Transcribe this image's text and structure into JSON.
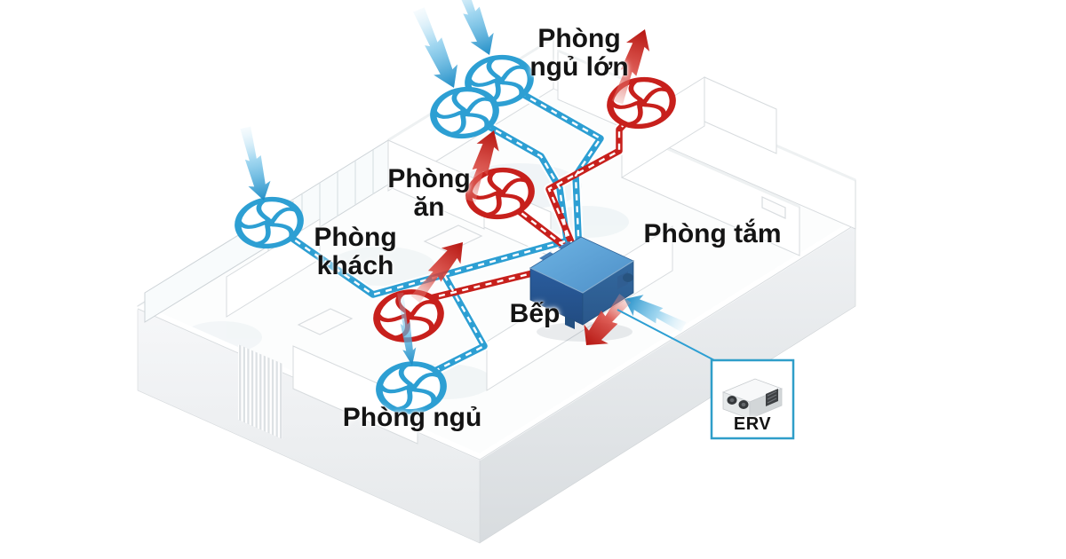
{
  "labels": {
    "master_bedroom": {
      "line1": "Phòng",
      "line2": "ngủ lớn"
    },
    "dining_room": {
      "line1": "Phòng",
      "line2": "ăn"
    },
    "living_room": {
      "line1": "Phòng",
      "line2": "khách"
    },
    "bathroom": {
      "text": "Phòng tắm"
    },
    "kitchen": {
      "text": "Bếp"
    },
    "bedroom": {
      "text": "Phòng ngủ"
    },
    "erv_callout": {
      "text": "ERV"
    }
  },
  "colors": {
    "supply_blue": "#2D9FD3",
    "exhaust_red": "#C7201C",
    "label_text": "#141414",
    "callout_border": "#2F9EC9",
    "erv_top": "#4E8FC7",
    "erv_front": "#2A5D9E",
    "erv_side": "#33699F",
    "wall_face": "#E6E9EB",
    "background": "#FFFFFF"
  },
  "icons": {
    "supply_fan": "blue swirl-fan diffuser (fresh air supply)",
    "exhaust_fan": "red swirl-fan grille (exhaust air)",
    "fresh_air_arrow": "blue downward arrow",
    "exhaust_air_arrow": "red upward arrow",
    "erv_unit": "blue 3D ventilation unit box",
    "erv_product": "ERV product thumbnail in callout"
  },
  "counts": {
    "supply_fans": 4,
    "exhaust_fans": 3,
    "fresh_air_arrows": 5,
    "exhaust_air_arrows": 4
  }
}
